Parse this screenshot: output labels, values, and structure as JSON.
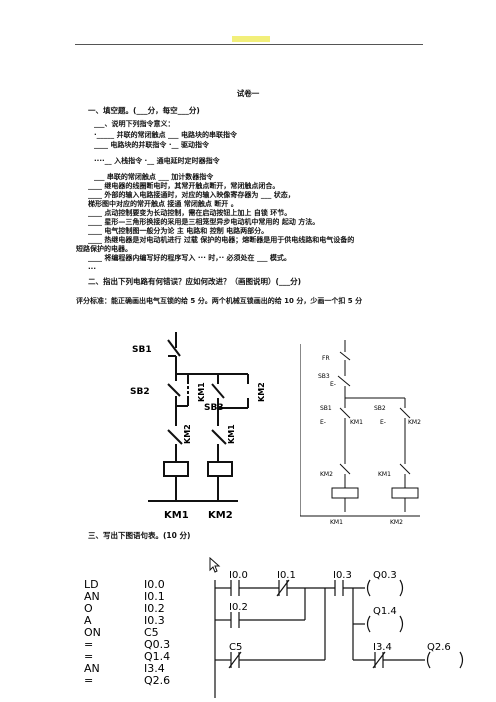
{
  "header": {
    "title": "试卷一"
  },
  "section1": {
    "heading": "一、填空题。(___分，每空___分)",
    "lines": [
      "___、说明下列指令意义：",
      "·_____ 并联的常闭触点          ___ 电路块的串联指令",
      "____ 电路块的并联指令          ·__ 驱动指令",
      "····__ 入栈指令               ·__ 通电延时定时器指令",
      "___ 串联的常闭触点        ___ 加计数器指令",
      "____ 继电器的线圈断电时，其常开触点断开，常闭触点闭合。",
      "____ 外部的输入电路接通时，对应的输入映像寄存器为 ___ 状态，",
      "梯形图中对应的常开触点 接通      常闭触点 断开 。",
      "____ 点动控制要变为长动控制，需在启动按钮上加上 自锁    环节。",
      "____ 星形—三角形换接的采用是三相笼型异步电动机中常用的 起动    方法。",
      "____ 电气控制图一般分为论   主     电路和     控制    电路两部分。",
      "____ 热继电器是对电动机进行 过载 保护的电器；熔断器是用于供电线路和电气设备的",
      "短路保护的电器。",
      "____ 将编程器内编写好的程序写入 ···  时，··  必须处在 ___ 模式。",
      "..."
    ]
  },
  "section2": {
    "heading": "二、指出下列电路有何错误？应如何改进？（画图说明）(___分)",
    "scoring": "评分标准：能正确画出电气互锁的给 5 分。两个机械互锁画出的给 10 分，少画一个扣 5 分",
    "left_diagram": {
      "labels": [
        "SB1",
        "SB2",
        "KM1",
        "SB3",
        "KM2",
        "KM2",
        "KM1",
        "KM1",
        "KM2"
      ]
    },
    "right_diagram": {
      "labels": [
        "FR",
        "SB3",
        "E-",
        "SB1",
        "SB2",
        "E-",
        "KM1",
        "E-",
        "KM2",
        "KM2",
        "KM1",
        "KM1",
        "KM2"
      ]
    }
  },
  "section3": {
    "heading": "三、写出下图语句表。(10 分)",
    "instructions": [
      {
        "op": "LD",
        "arg": "I0.0"
      },
      {
        "op": "AN",
        "arg": "I0.1"
      },
      {
        "op": "O",
        "arg": "I0.2"
      },
      {
        "op": "A",
        "arg": "I0.3"
      },
      {
        "op": "ON",
        "arg": "C5"
      },
      {
        "op": "=",
        "arg": "Q0.3"
      },
      {
        "op": "=",
        "arg": "Q1.4"
      },
      {
        "op": "AN",
        "arg": "I3.4"
      },
      {
        "op": "=",
        "arg": "Q2.6"
      }
    ],
    "ladder": {
      "contacts": [
        "I0.0",
        "I0.1",
        "I0.3",
        "I0.2",
        "C5",
        "I3.4"
      ],
      "coils": [
        "Q0.3",
        "Q1.4",
        "Q2.6"
      ]
    }
  }
}
